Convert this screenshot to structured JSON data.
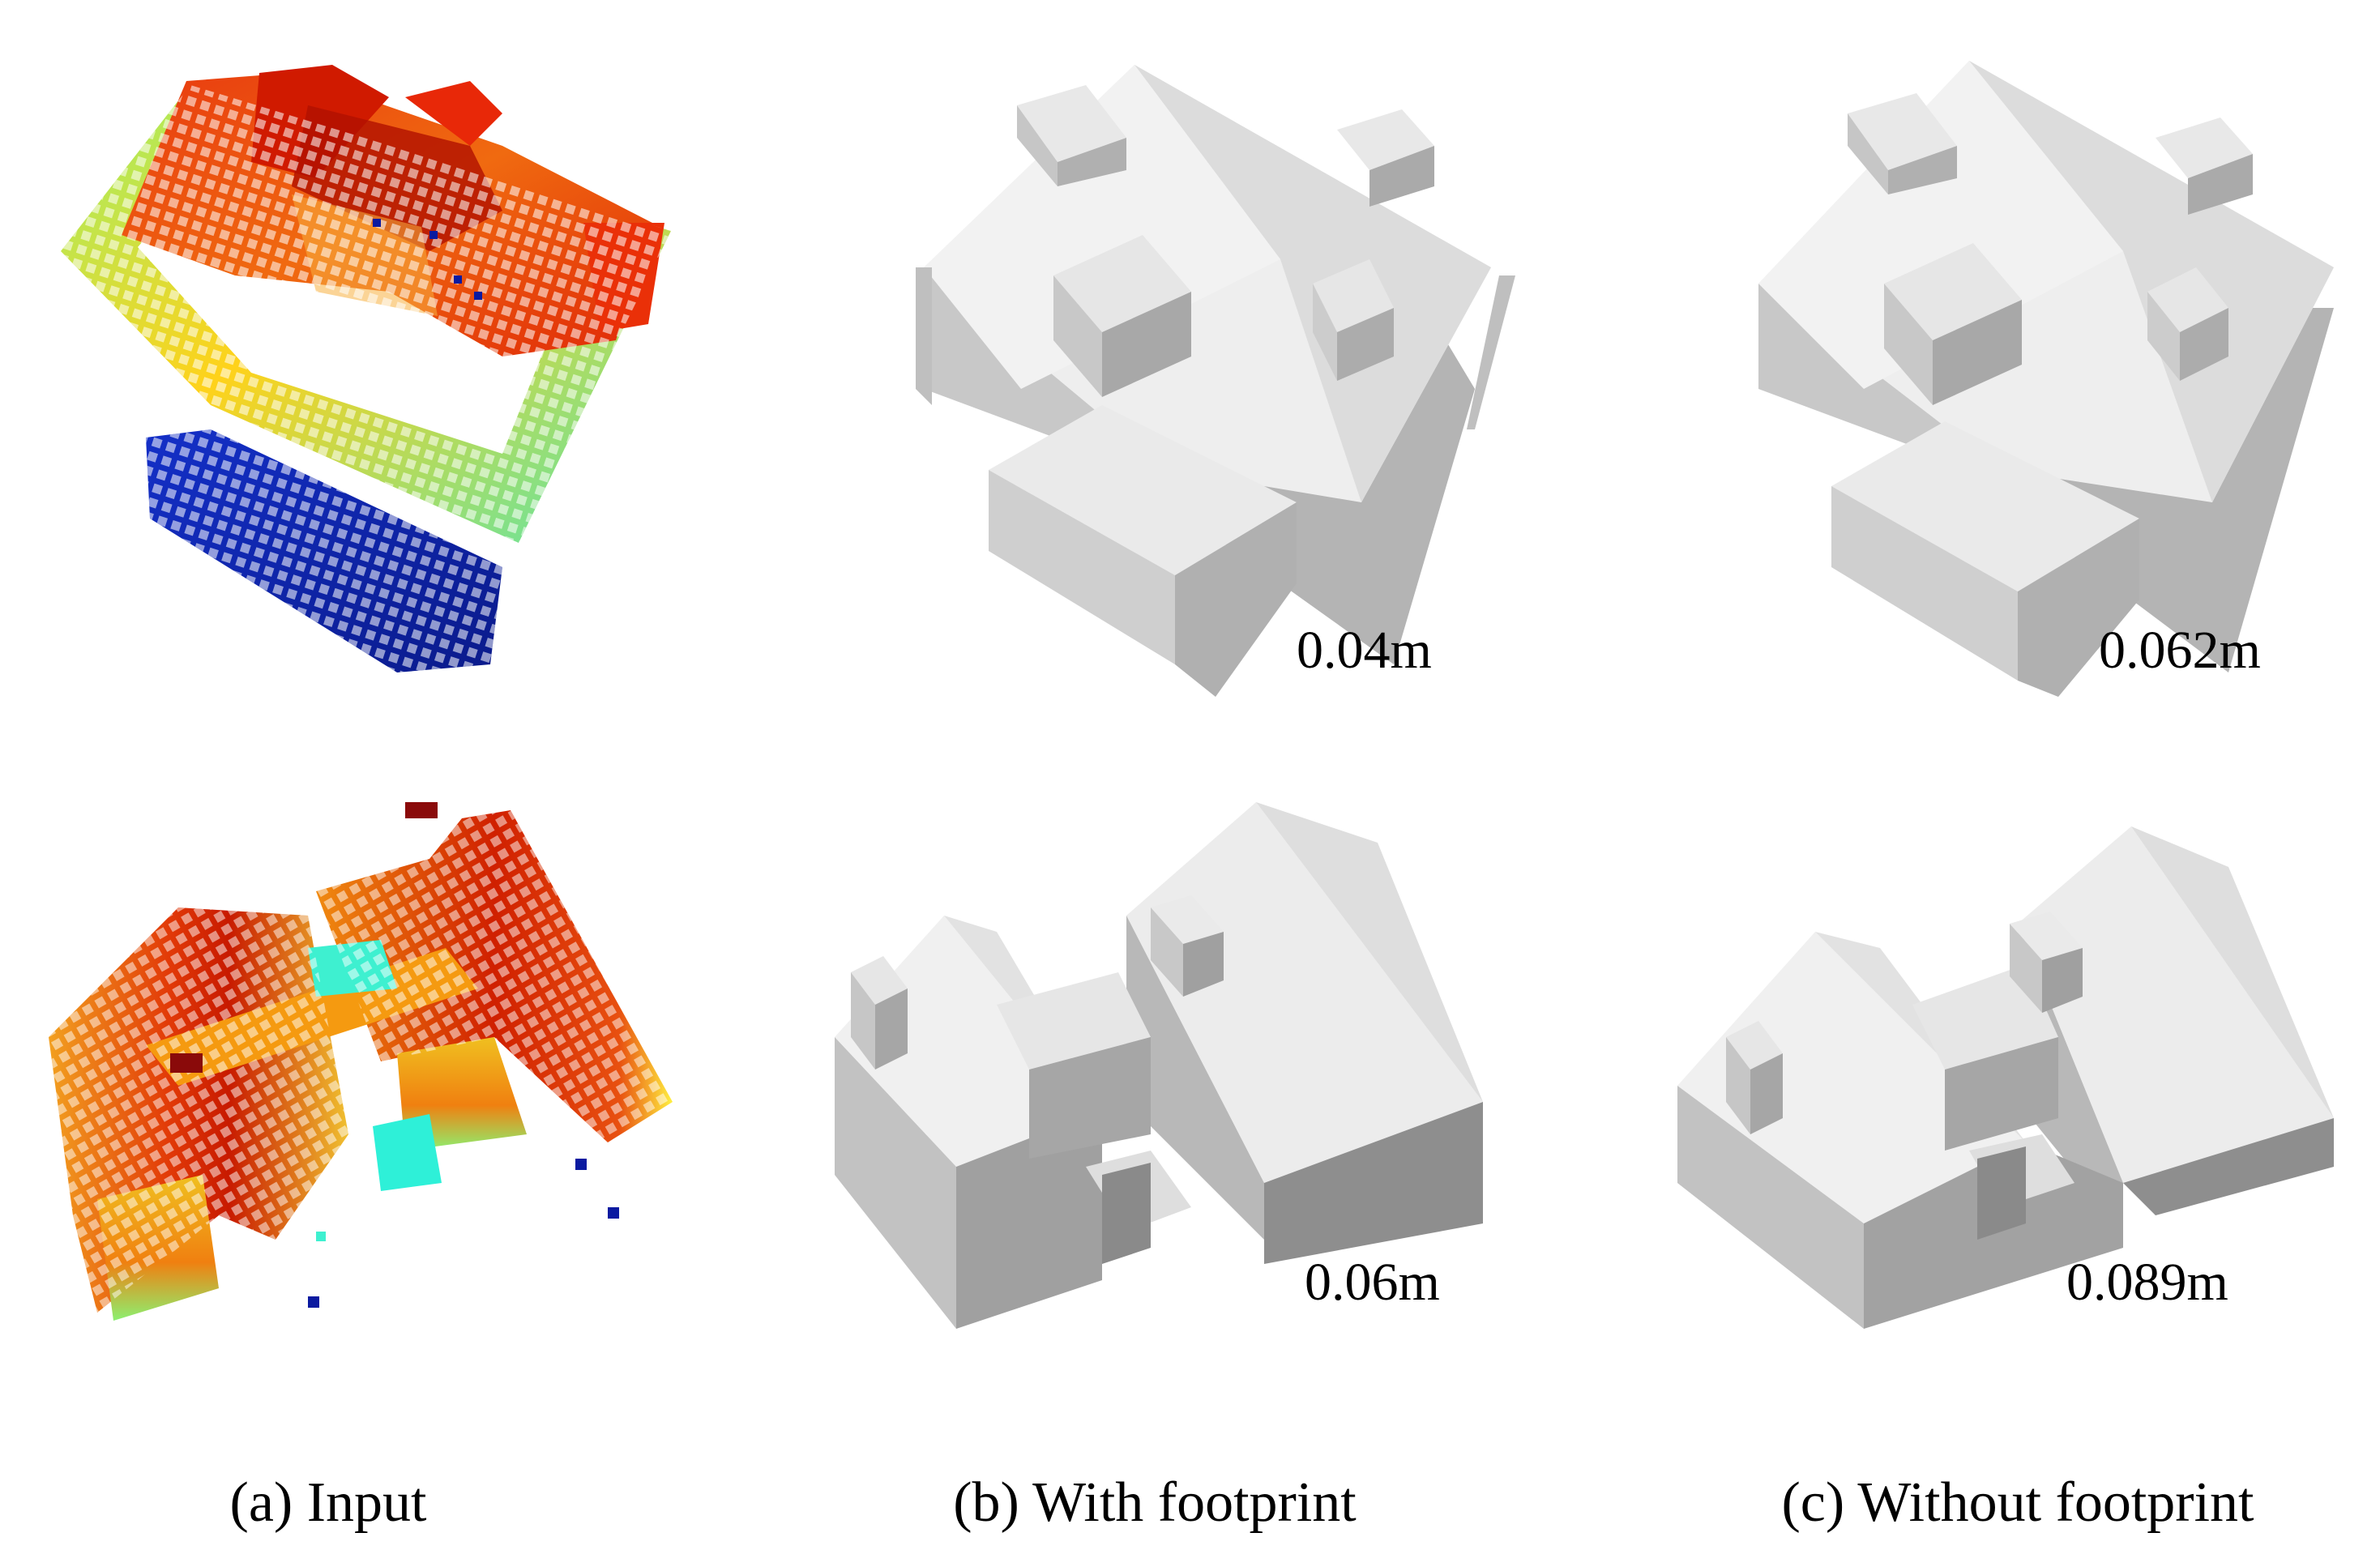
{
  "figure": {
    "rows": [
      {
        "with_footprint_error": "0.04m",
        "without_footprint_error": "0.062m"
      },
      {
        "with_footprint_error": "0.06m",
        "without_footprint_error": "0.089m"
      }
    ],
    "captions": {
      "input": "(a) Input",
      "with_footprint": "(b) With footprint",
      "without_footprint": "(c) Without footprint"
    },
    "colors": {
      "background": "#ffffff",
      "model_light": "#eeeeee",
      "model_mid": "#d4d4d4",
      "model_dark": "#a8a8a8",
      "point_high": "#d62000",
      "point_mid": "#f0a000",
      "point_low": "#66ee88",
      "point_ground": "#0a1aa0"
    }
  }
}
